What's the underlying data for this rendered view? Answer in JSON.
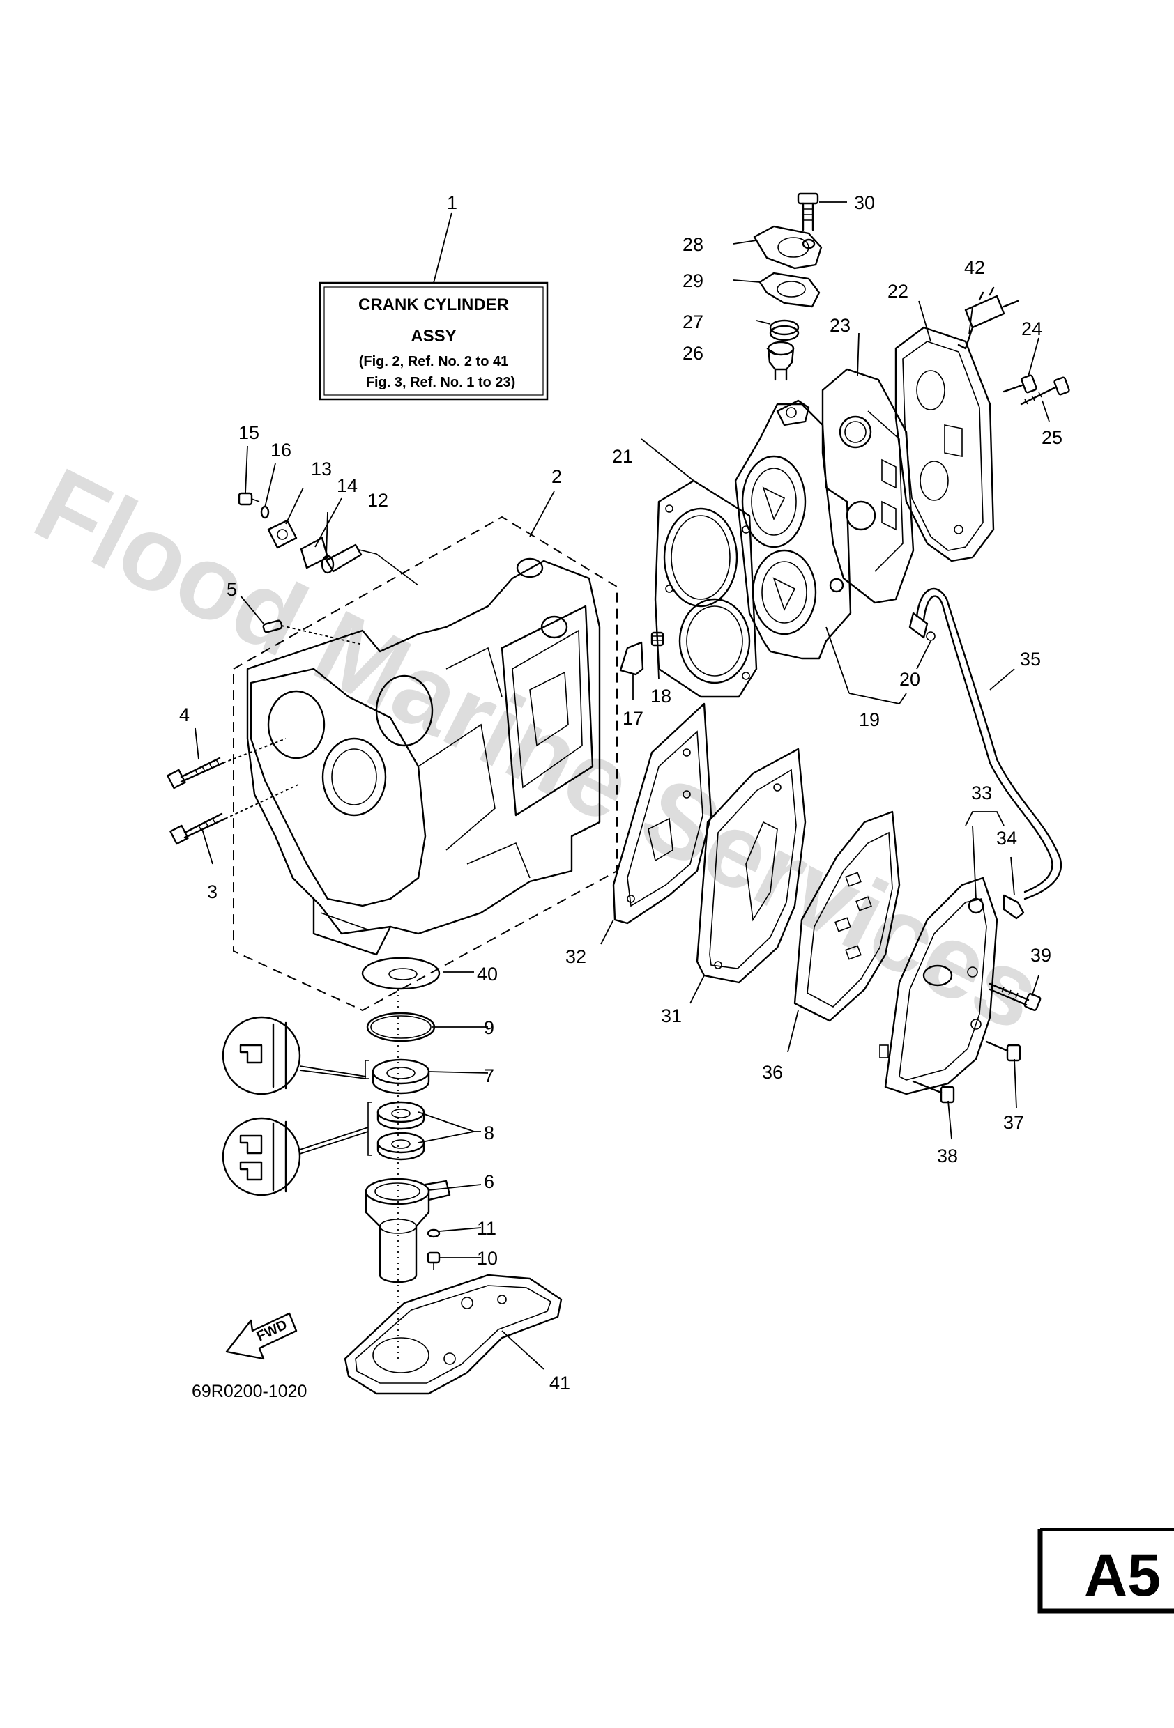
{
  "title_box": {
    "line1": "CRANK CYLINDER",
    "line2": "ASSY",
    "line3": "(Fig. 2, Ref. No. 2 to 41",
    "line4": "Fig. 3, Ref. No. 1 to 23)"
  },
  "watermark": "Flood Marine Services",
  "drawing_number": "69R0200-1020",
  "page_badge": "A5",
  "fwd_label": "FWD",
  "callouts": {
    "c1": "1",
    "c2": "2",
    "c3": "3",
    "c4": "4",
    "c5": "5",
    "c6": "6",
    "c7": "7",
    "c8": "8",
    "c9": "9",
    "c10": "10",
    "c11": "11",
    "c12": "12",
    "c13": "13",
    "c14": "14",
    "c15": "15",
    "c16": "16",
    "c17": "17",
    "c18": "18",
    "c19": "19",
    "c20": "20",
    "c21": "21",
    "c22": "22",
    "c23": "23",
    "c24": "24",
    "c25": "25",
    "c26": "26",
    "c27": "27",
    "c28": "28",
    "c29": "29",
    "c30": "30",
    "c31": "31",
    "c32": "32",
    "c33": "33",
    "c34": "34",
    "c35": "35",
    "c36": "36",
    "c37": "37",
    "c38": "38",
    "c39": "39",
    "c40": "40",
    "c41": "41",
    "c42": "42"
  }
}
